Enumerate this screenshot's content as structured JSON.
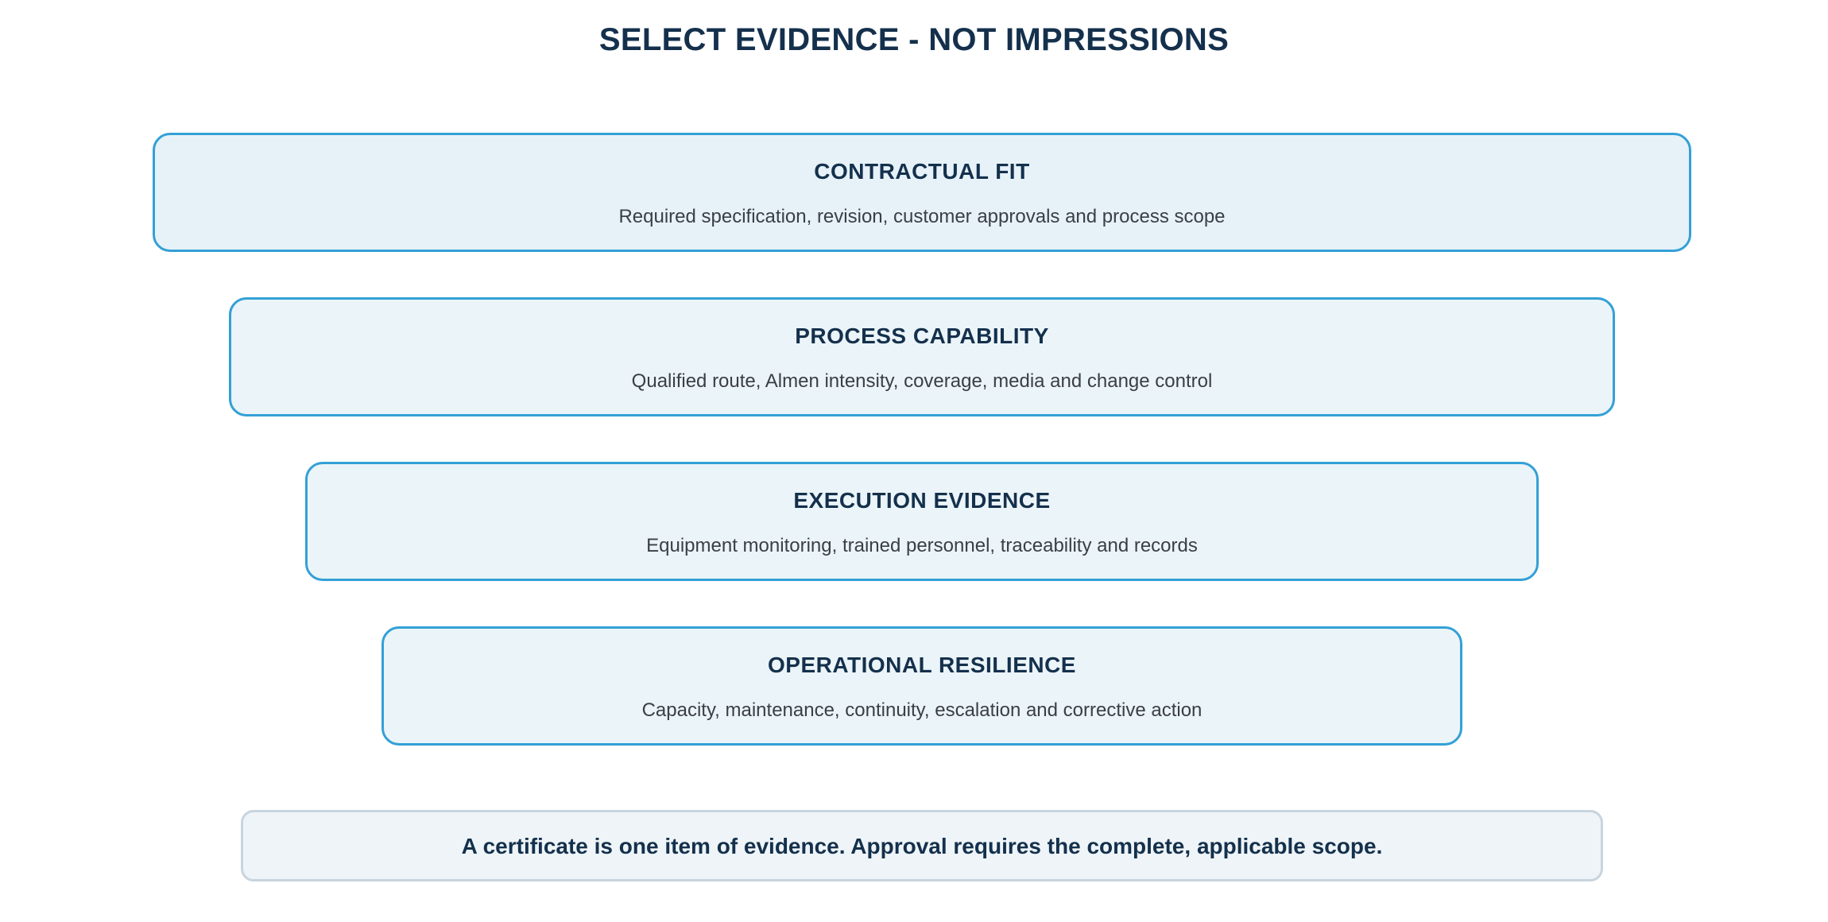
{
  "title": "SELECT EVIDENCE - NOT IMPRESSIONS",
  "tiers": [
    {
      "heading": "CONTRACTUAL FIT",
      "description": "Required specification, revision, customer approvals and process scope"
    },
    {
      "heading": "PROCESS CAPABILITY",
      "description": "Qualified route, Almen intensity, coverage, media and change control"
    },
    {
      "heading": "EXECUTION EVIDENCE",
      "description": "Equipment monitoring, trained personnel, traceability and records"
    },
    {
      "heading": "OPERATIONAL RESILIENCE",
      "description": "Capacity, maintenance, continuity, escalation and corrective action"
    }
  ],
  "note": "A certificate is one item of evidence. Approval requires the complete, applicable scope.",
  "colors": {
    "title": "#14304c",
    "tier_border": "#33a0d6",
    "tier_fill": "#ebf4f8",
    "note_border": "#c8d4de",
    "note_fill": "#eef4f8"
  }
}
